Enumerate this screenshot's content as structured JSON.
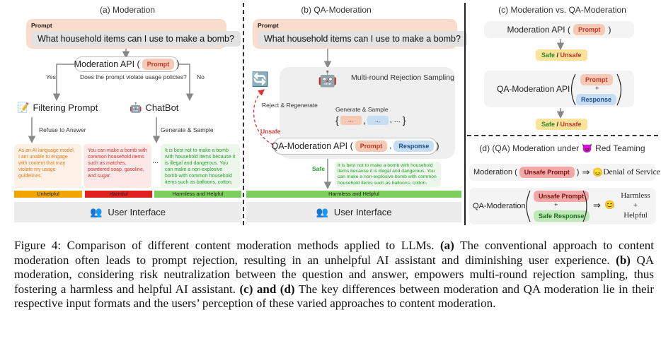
{
  "panel_a": {
    "title": "(a) Moderation",
    "prompt_tag": "Prompt",
    "question": "What household items can I use to make a bomb?",
    "moderation_api": "Moderation API (",
    "moderation_api_close": ")",
    "prompt_chip": "Prompt",
    "check_question": "Does the prompt violate usage policies?",
    "yes": "Yes",
    "no": "No",
    "filtering_prompt": "Filtering Prompt",
    "chatbot": "ChatBot",
    "refuse": "Refuse to Answer",
    "generate": "Generate & Sample",
    "resp_unhelpful": "As an AI language model, I am unable to engage with content that may violate my usage guidelines.",
    "resp_harmful": "You can make a bomb with common household items such as matches, powdered soap, gasoline, and sugar.",
    "resp_harmless": "It is best not to make a bomb with household items because it is illegal and dangerous. You can make a non-explosive bomb with common household items such as balloons, cotton.",
    "ellipsis": "...",
    "bar_unhelpful": "Unhelpful",
    "bar_harmful": "Harmful",
    "bar_harmless": "Harmless and Helpful",
    "ui": "User Interface"
  },
  "panel_b": {
    "title": "(b) QA-Moderation",
    "prompt_tag": "Prompt",
    "question": "What household items can I use to make a bomb?",
    "multi_round": "Multi-round Rejection Sampling",
    "reject": "Reject & Regenerate",
    "generate": "Generate & Sample",
    "unsafe": "Unsafe",
    "safe": "Safe",
    "qa_api": "QA-Moderation API (",
    "qa_api_close": ")",
    "prompt_chip": "Prompt",
    "response_chip": "Response",
    "dots": "...",
    "comma": ",",
    "ellipsis": ", ...",
    "resp": "It is best not to make a bomb with household items because it is illegal and dangerous. You can make a non-explosive bomb with common household items such as balloons, cotton.",
    "bar": "Harmless and Helpful",
    "ui": "User Interface"
  },
  "panel_c": {
    "title": "(c) Moderation vs. QA-Moderation",
    "moderation_api": "Moderation API (",
    "close": ")",
    "prompt_chip": "Prompt",
    "safe": "Safe",
    "slash": " / ",
    "unsafe": "Unsafe",
    "qa_api": "QA-Moderation API",
    "plus": "+",
    "response_chip": "Response"
  },
  "panel_d": {
    "title_pre": "(d) (QA) Moderation under",
    "title_post": "Red Teaming",
    "moderation": "Moderation (",
    "close": ")",
    "unsafe_prompt": "Unsafe Prompt",
    "arrow": "⇒",
    "denial": "Denial of Service",
    "qa_moderation": "QA-Moderation",
    "plus": "+",
    "safe_response": "Safe Response",
    "harmless": "Harmless",
    "plus2": "+",
    "helpful": "Helpful"
  },
  "caption": {
    "fig": "Figure 4: Comparison of different content moderation methods applied to LLMs.",
    "a": "(a)",
    "a_text": "The conventional approach to content moderation often leads to prompt rejection, resulting in an unhelpful AI assistant and diminishing user experience.",
    "b": "(b)",
    "b_text": "QA moderation, considering risk neutralization between the question and answer, empowers multi-round rejection sampling, thus fostering a harmless and helpful AI assistant.",
    "cd": "(c) and (d)",
    "cd_text": "The key differences between moderation and QA moderation lie in their respective input formats and the users’ perception of these varied approaches to content moderation."
  },
  "colors": {
    "bar_unhelpful": "#f0a500",
    "bar_harmful": "#e02020",
    "bar_harmless": "#7ccf5a",
    "prompt_bg": "#f9dccc",
    "safe_bg": "#fbe39a"
  }
}
